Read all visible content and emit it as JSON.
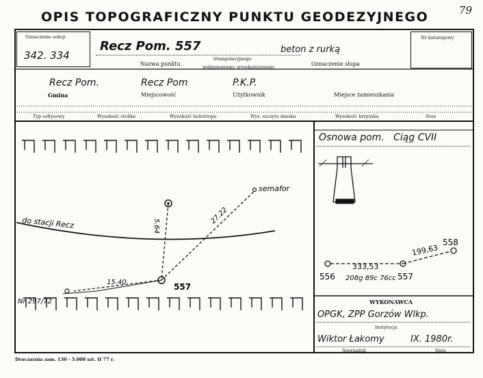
{
  "header": {
    "title": "OPIS TOPOGRAFICZNY PUNKTU GEODEZYJNEGO",
    "page_number": "79"
  },
  "sheet_box": {
    "label": "Oznaczenie sekcji",
    "value": "342. 334"
  },
  "catalog_box": {
    "label": "Nr katalogowy",
    "value": ""
  },
  "point": {
    "name": "Recz Pom. 557",
    "name_label": "Nazwa punktu",
    "type_line1": "triangulacyjnego",
    "type_line2": "poligonowego; wysokościowego",
    "marker": "beton z rurką",
    "marker_label": "Oznaczenie słupa"
  },
  "row2": {
    "gmina_value": "Recz Pom.",
    "gmina_label": "Gmina",
    "miejscowosc_value": "Recz Pom",
    "miejscowosc_label": "Miejscowość",
    "uzytkownik_value": "P.K.P.",
    "uzytkownik_label": "Użytkownik",
    "zamieszkanie_label": "Miejsce zamieszkania"
  },
  "row3": {
    "labels": [
      "Typ sołtysowy",
      "Wysokość stolika",
      "Wysokość heliotropu",
      "Wys. szczytu daszka",
      "Wysokość krzyżaka",
      "Stan"
    ]
  },
  "sketch": {
    "toward": "do stacji Recz",
    "semaphore": "semafor",
    "point_label": "557",
    "rail_label": "Nr 297/72",
    "dist_left": "15.40",
    "dist_up": "5.64",
    "dist_diag": "27.22"
  },
  "network": {
    "title": "Osnowa pom.   Ciąg CVII",
    "p1": "556",
    "p2": "557",
    "p3": "558",
    "d12": "333,53",
    "d23": "199,63",
    "angle": "208g 89c 76cc"
  },
  "executor": {
    "heading": "WYKONAWCA",
    "institution": "OPGK, ZPP Gorzów Wlkp.",
    "institution_label": "Instytucja",
    "surveyor": "Wiktor Łakomy",
    "surveyor_label": "Sporządził",
    "date": "IX. 1980r.",
    "date_label": "Data"
  },
  "footer": {
    "print_note": "Druczarnia zam. 130 - 5.000 szt. II 77 r."
  }
}
